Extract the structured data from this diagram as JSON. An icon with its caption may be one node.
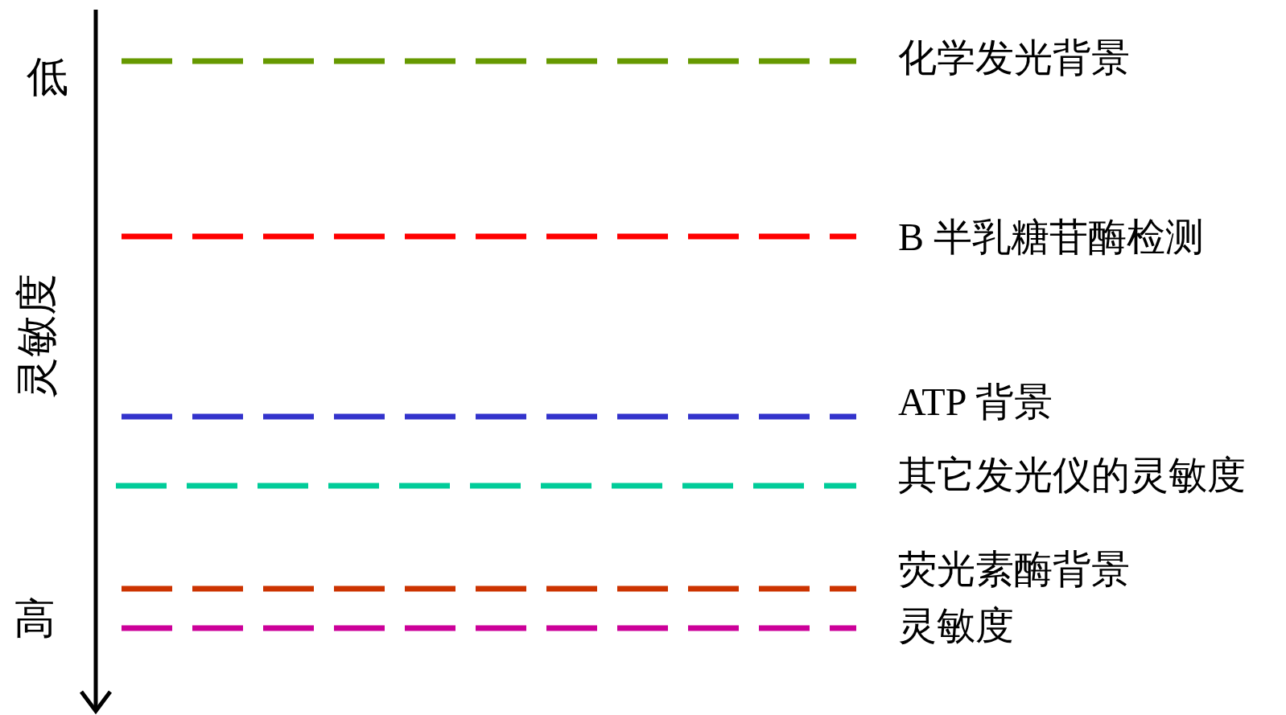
{
  "diagram": {
    "labels": [
      "低",
      "灵敏度",
      "高"
    ],
    "legend": [
      {
        "text": "化学发光背景",
        "color": "#669900"
      },
      {
        "text": "B 半乳糖苷酶检测",
        "color": "#ff0000"
      },
      {
        "text": "ATP 背景",
        "color": "#3333cc"
      },
      {
        "text": "其它发光仪的灵敏度",
        "color": "#00cc99"
      },
      {
        "text": "荧光素酶背景",
        "color": "#cc3300"
      },
      {
        "text": "灵敏度",
        "color": "#cc0099"
      }
    ]
  }
}
